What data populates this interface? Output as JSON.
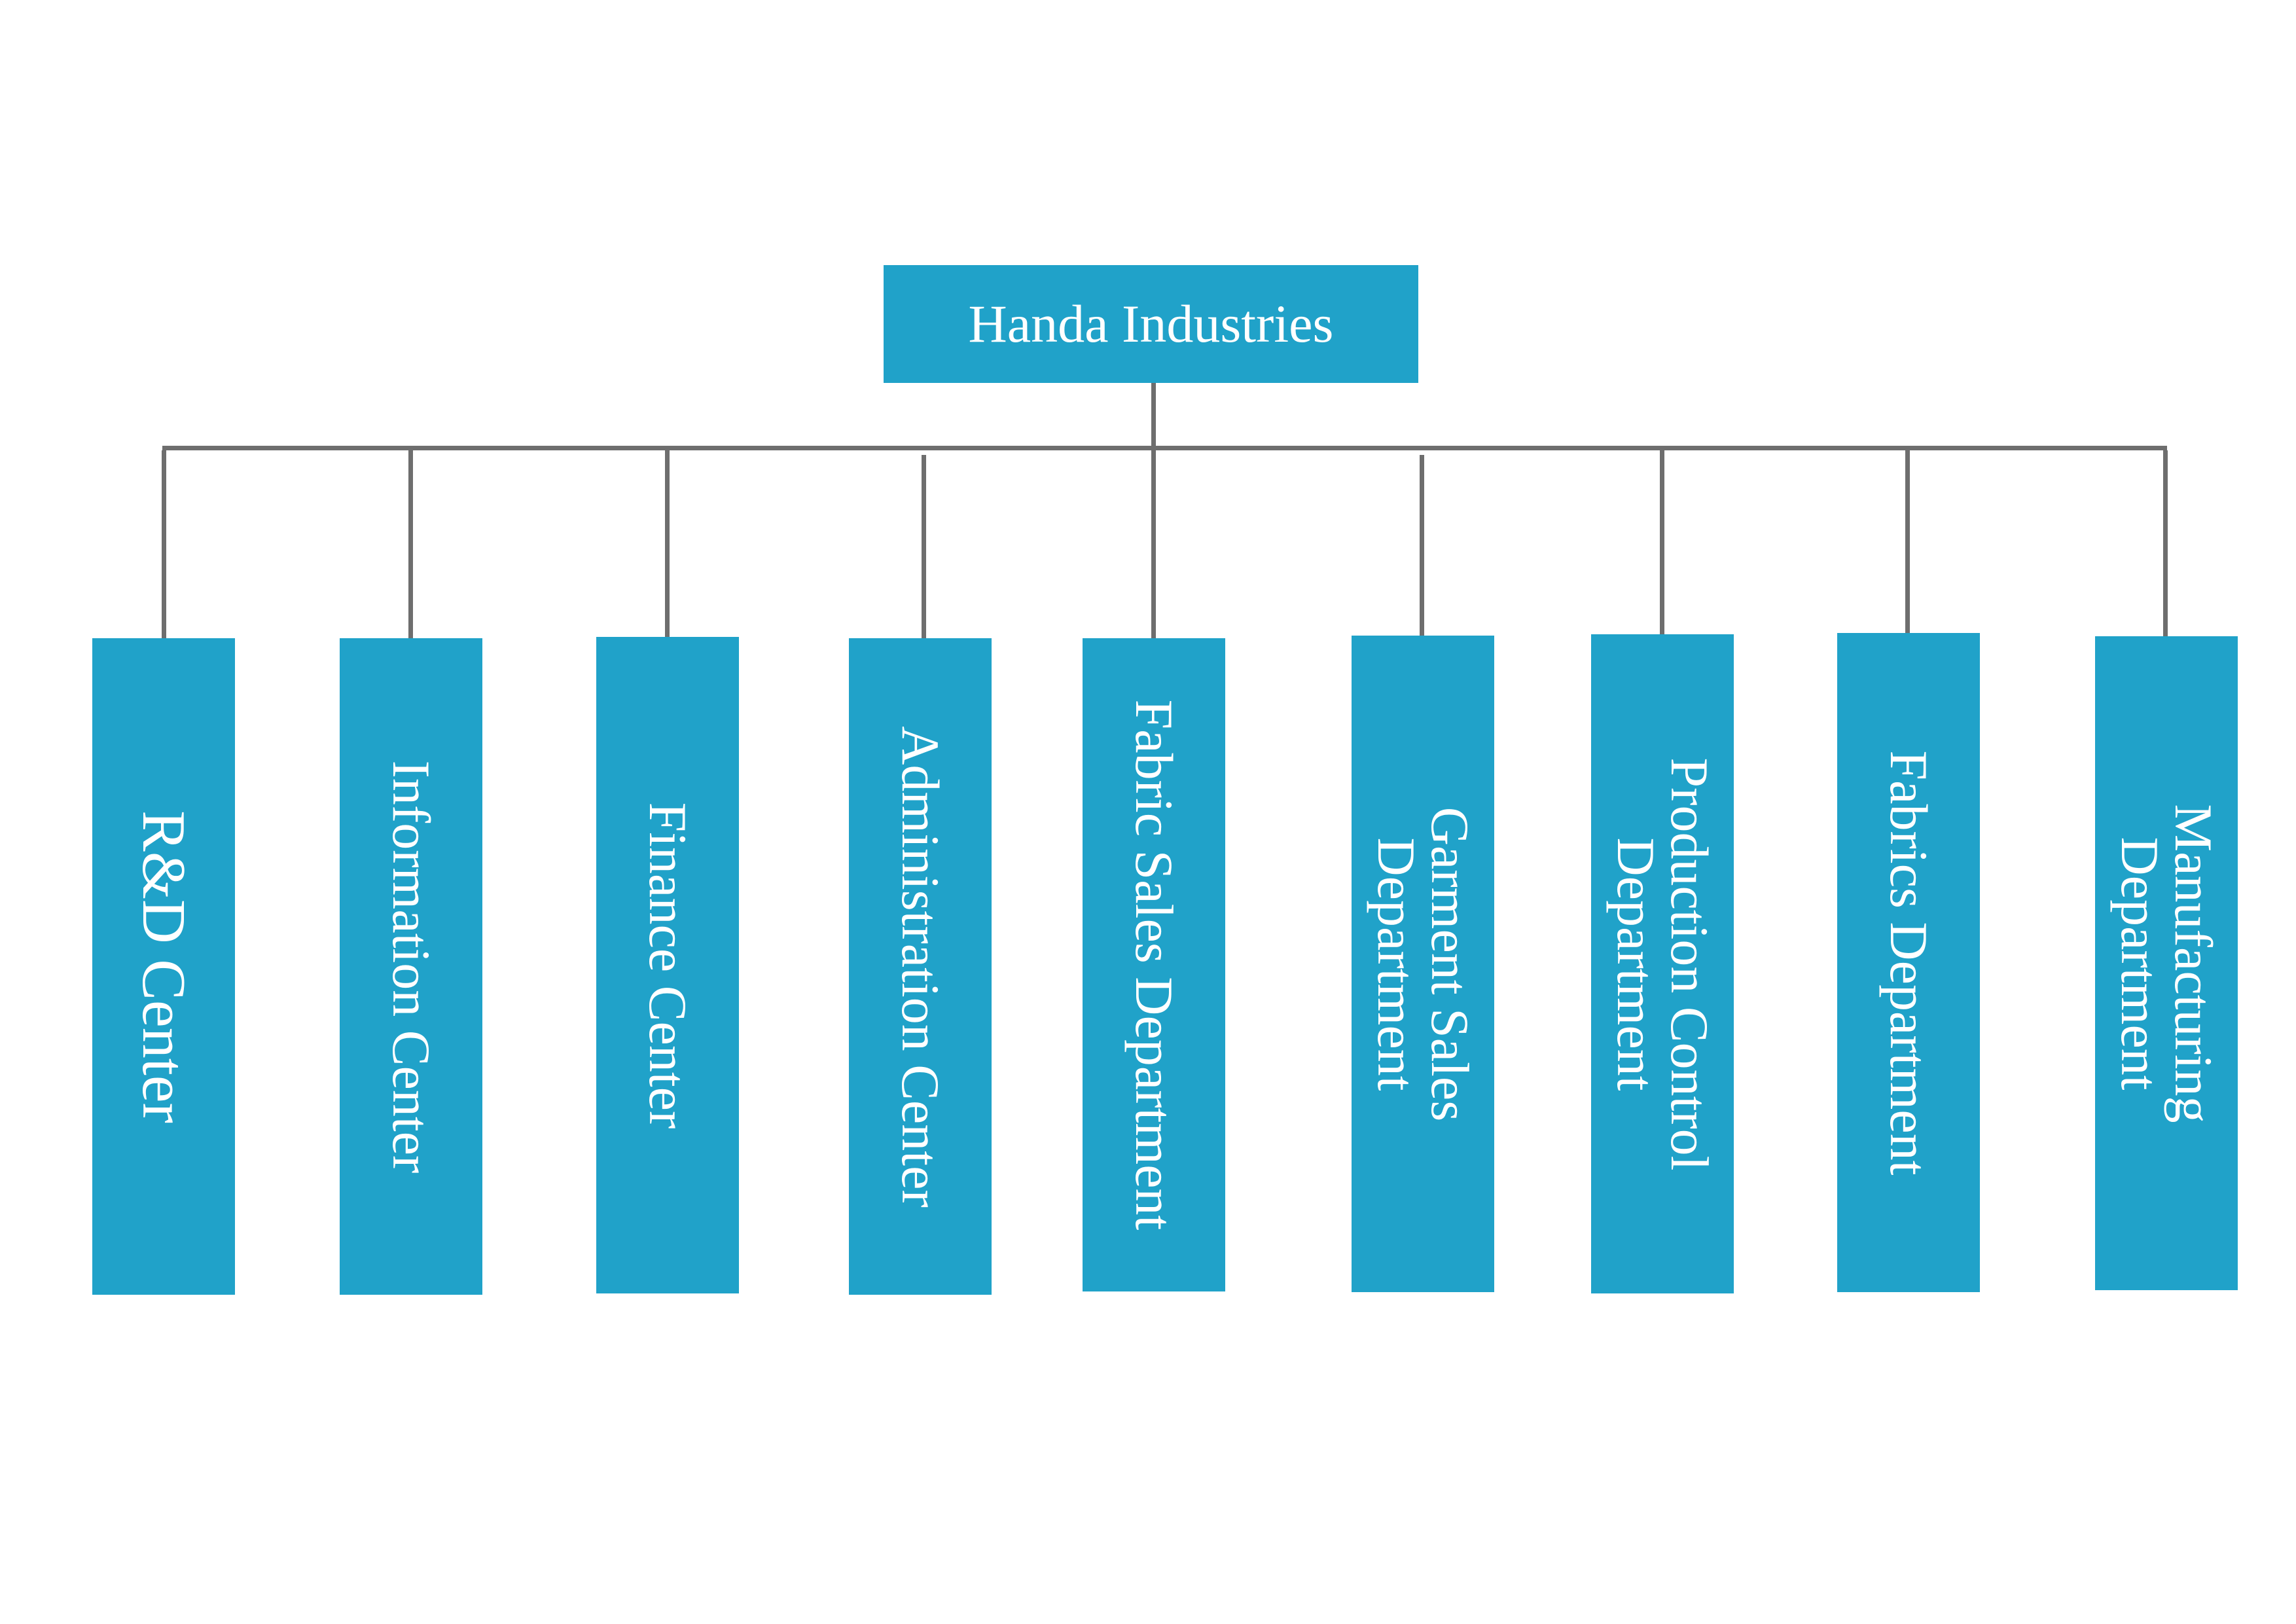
{
  "root": {
    "label": "Handa Industries"
  },
  "departments": [
    {
      "label": "R&D Center"
    },
    {
      "label": "Information Center"
    },
    {
      "label": "Finance Center"
    },
    {
      "label": "Administration Center"
    },
    {
      "label": "Fabric Sales Department"
    },
    {
      "label": "Garment Sales\nDepartment"
    },
    {
      "label": "Production Control\nDepartment"
    },
    {
      "label": "Fabrics Department"
    },
    {
      "label": "Manufacturing\nDepartment"
    }
  ],
  "colors": {
    "box_fill": "#20a2c9",
    "connector": "#6e6e6e",
    "text": "#ffffff"
  }
}
